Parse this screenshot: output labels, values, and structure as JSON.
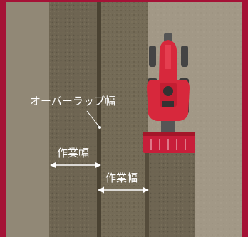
{
  "labels": {
    "overlap_width": "オーバーラップ幅",
    "work_width_upper": "作業幅",
    "work_width_lower": "作業幅"
  },
  "colors": {
    "frame": "#a51236",
    "tractor_body": "#d7283c",
    "implement": "#c81e3a",
    "soil_dark": "#6e6350",
    "soil_light": "#9b917f",
    "arrow": "#ffffff"
  }
}
